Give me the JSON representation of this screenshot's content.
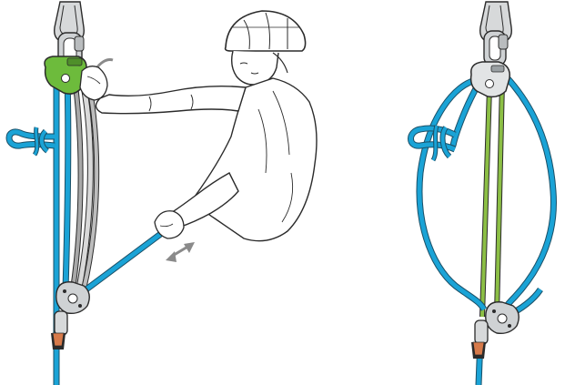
{
  "figure": {
    "panels": [
      {
        "id": "left",
        "subject": "rope-haul-system-operated-by-person"
      },
      {
        "id": "right",
        "subject": "rope-haul-system-rigged"
      }
    ],
    "colors": {
      "rope_blue": "#1aa3d6",
      "cord_green": "#8cbf45",
      "device_green": "#6dbb3c",
      "cord_gray": "#9c9c9c",
      "metal_gray": "#b9bcbe",
      "line_dark": "#2b2b2b",
      "arrow_gray": "#8a8a8a"
    },
    "icons": [
      "carabiner-icon",
      "cam-pulley-icon",
      "pulley-icon",
      "direction-arrow-icon",
      "rope-knot-icon",
      "helmet-icon"
    ]
  }
}
